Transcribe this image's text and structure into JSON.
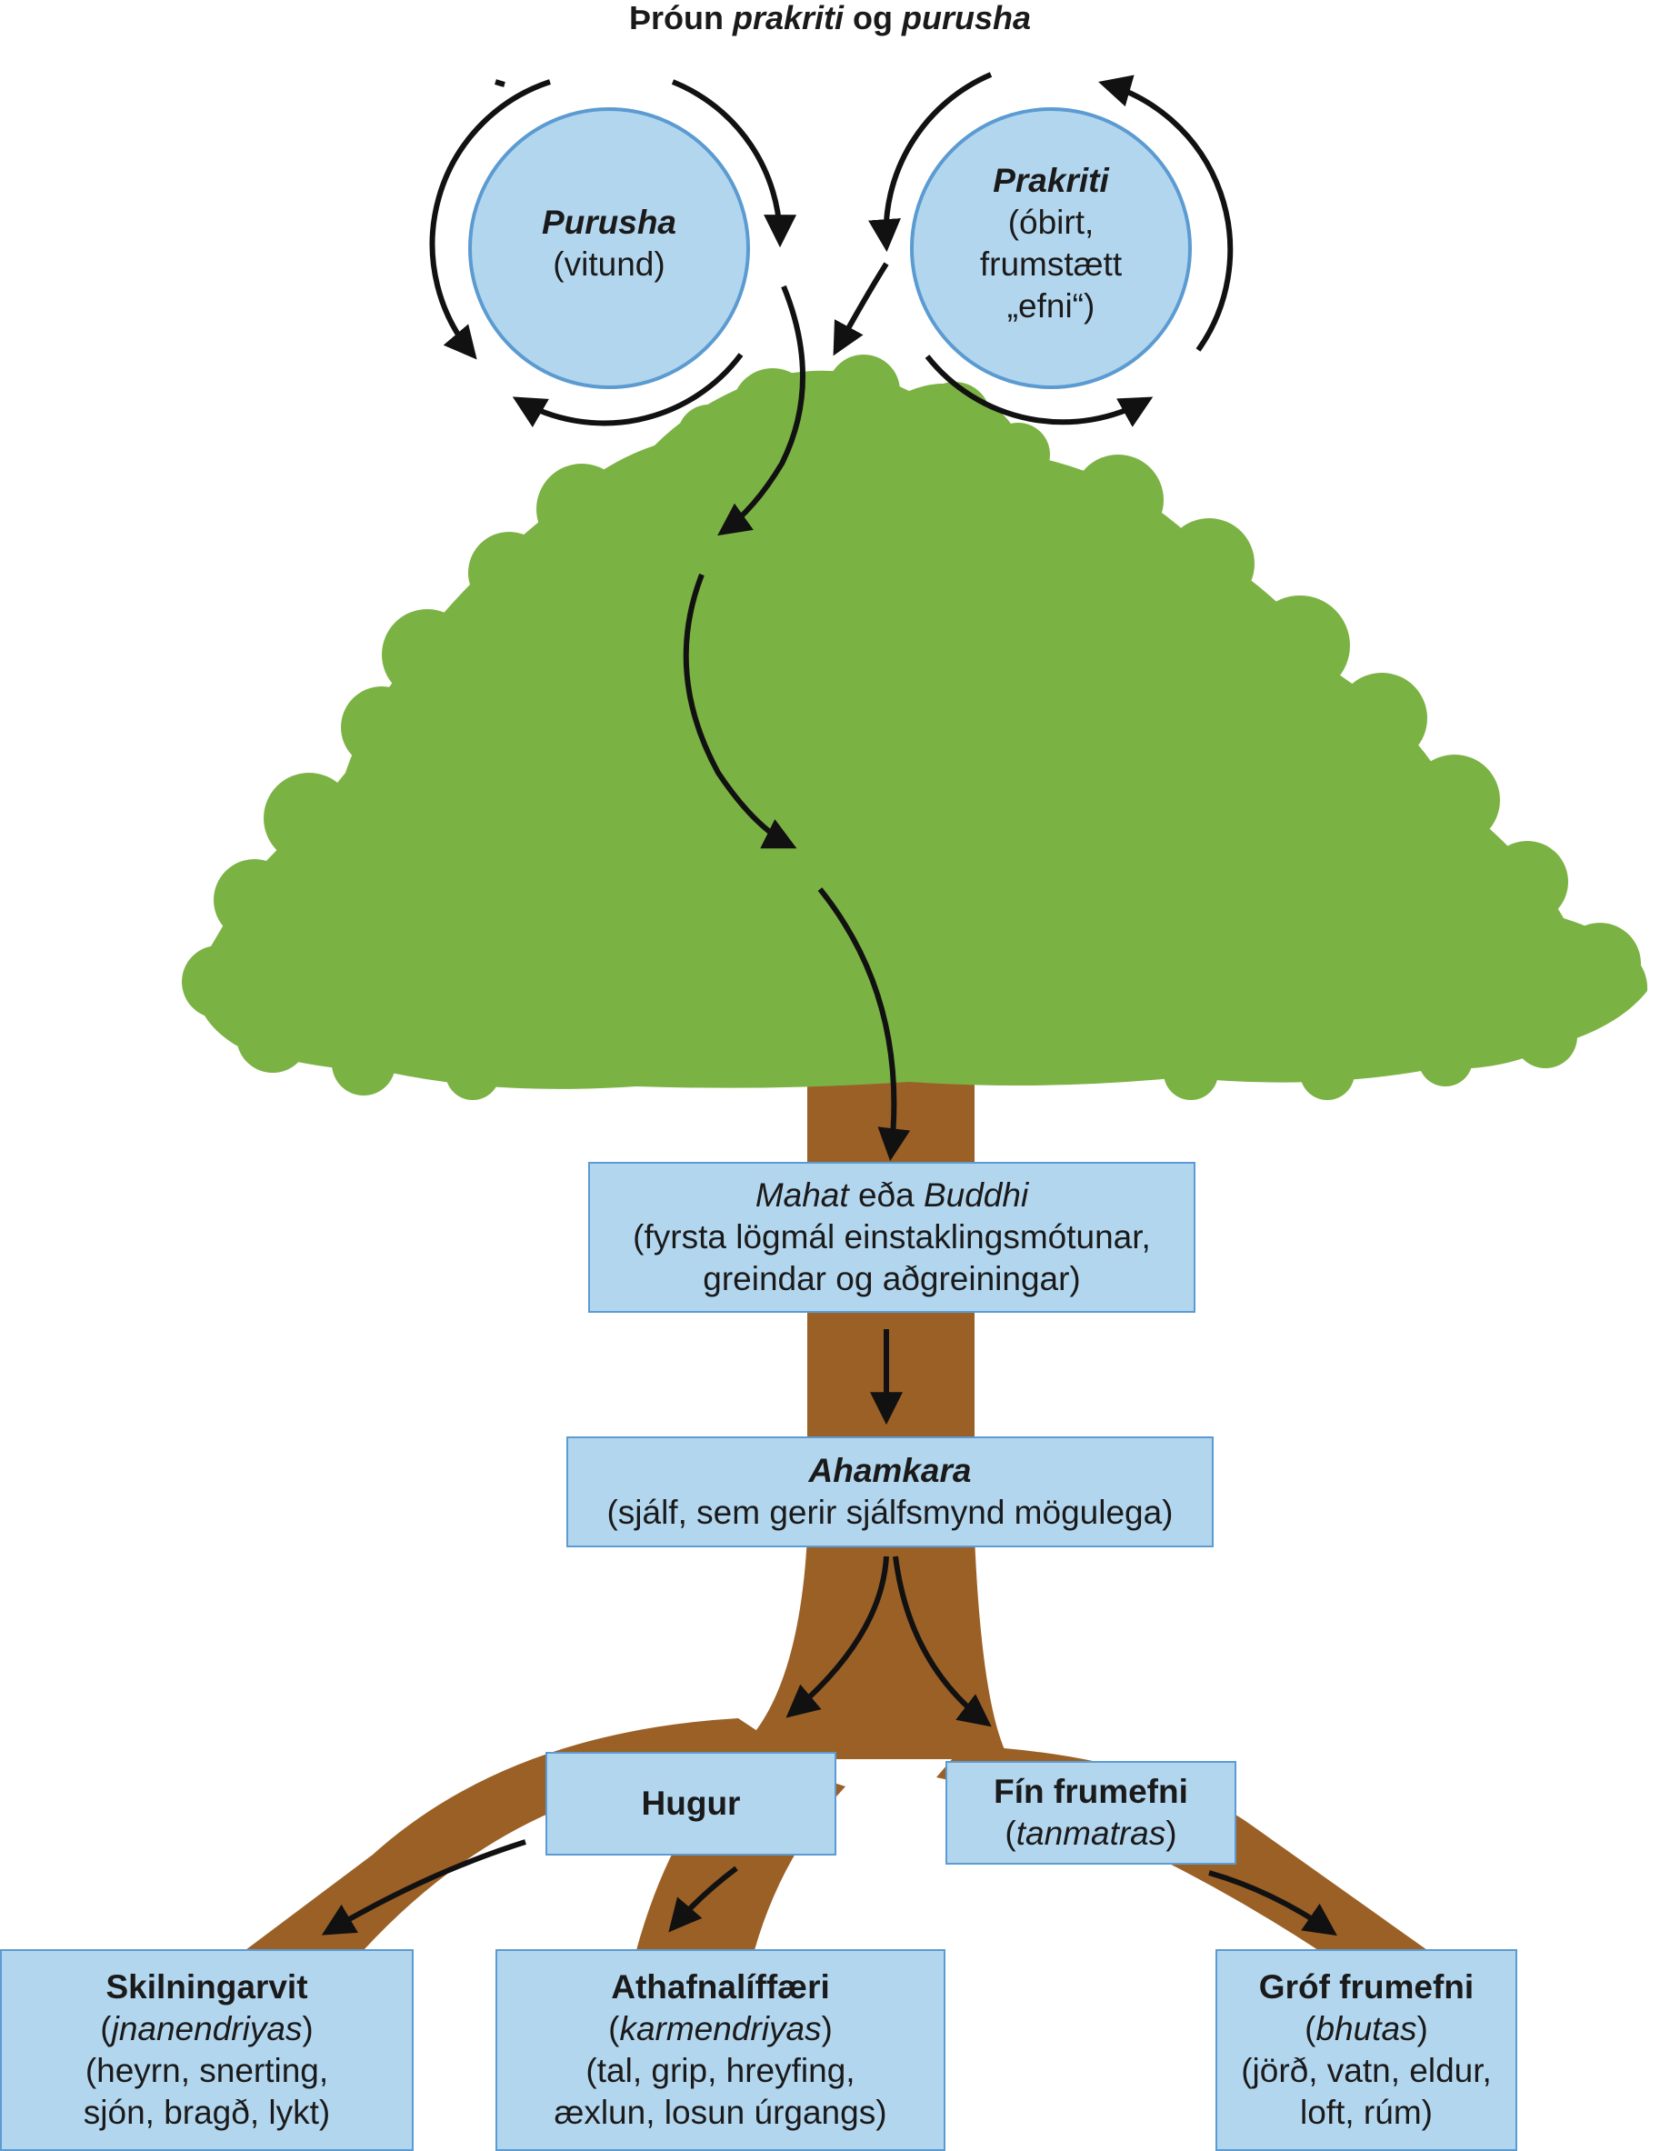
{
  "title": {
    "prefix": "Þróun",
    "term1": "prakriti",
    "conj": "og",
    "term2": "purusha"
  },
  "purusha": {
    "name": "Purusha",
    "desc": "(vitund)"
  },
  "prakriti": {
    "name": "Prakriti",
    "line1": "(óbirt,",
    "line2": "frumstætt",
    "line3": "„efni“)"
  },
  "mahat": {
    "term1": "Mahat",
    "conj": "eða",
    "term2": "Buddhi",
    "line2": "(fyrsta lögmál einstaklingsmótunar,",
    "line3": "greindar og aðgreiningar)"
  },
  "ahamkara": {
    "name": "Ahamkara",
    "desc": "(sjálf, sem gerir sjálfsmynd mögulega)"
  },
  "hugur": {
    "name": "Hugur"
  },
  "tanmatras": {
    "name": "Fín frumefni",
    "term": "tanmatras"
  },
  "skilningarvit": {
    "name": "Skilningarvit",
    "term": "jnanendriyas",
    "line3": "(heyrn, snerting,",
    "line4": "sjón, bragð, lykt)"
  },
  "athafnaliffaeri": {
    "name": "Athafnalíffæri",
    "term": "karmendriyas",
    "line3": "(tal, grip, hreyfing,",
    "line4": "æxlun, losun úrgangs)"
  },
  "grof": {
    "name": "Gróf frumefni",
    "term": "bhutas",
    "line3": "(jörð, vatn, eldur,",
    "line4": "loft, rúm)"
  },
  "colors": {
    "foliage": "#7bb244",
    "trunk": "#9b6026",
    "box_fill": "#b3d6ef",
    "box_border": "#5b9bd1",
    "circle_fill": "#b3d6ef",
    "arrow": "#111111"
  }
}
